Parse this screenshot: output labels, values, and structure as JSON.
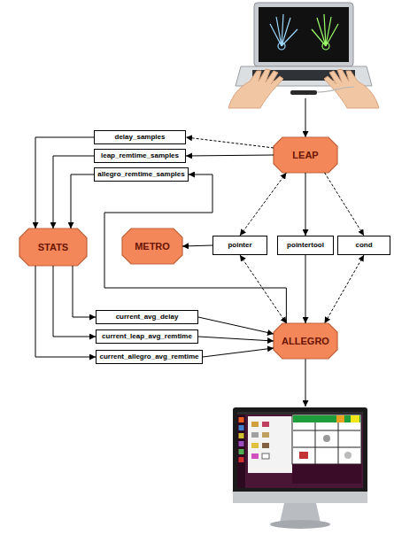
{
  "diagram": {
    "nodes": [
      {
        "text": [
          "LEAP"
        ]
      },
      {
        "text": [
          "delay_samples"
        ]
      },
      {
        "text": [
          "leap_remtime_samples"
        ]
      },
      {
        "text": [
          "allegro_remtime_samples"
        ]
      },
      {
        "text": [
          "STATS"
        ]
      },
      {
        "text": [
          "METRO"
        ]
      },
      {
        "text": [
          "pointer"
        ]
      },
      {
        "text": [
          "pointertool"
        ]
      },
      {
        "text": [
          "cond"
        ]
      },
      {
        "text": [
          "current_avg_delay"
        ]
      },
      {
        "text": [
          "current_leap_avg_remtime"
        ]
      },
      {
        "text": [
          "current_allegro_avg_remtime"
        ]
      },
      {
        "text": [
          "ALLEGRO"
        ]
      }
    ],
    "edges": [
      {
        "from": 0,
        "to": 1,
        "arrow": "to"
      },
      {
        "from": 0,
        "to": 2,
        "arrow": "to"
      },
      {
        "from": 12,
        "to": 3,
        "arrow": "to"
      },
      {
        "from": 1,
        "to": 4,
        "arrow": "to"
      },
      {
        "from": 2,
        "to": 4,
        "arrow": "to"
      },
      {
        "from": 3,
        "to": 4,
        "arrow": "to"
      },
      {
        "from": 4,
        "to": 9,
        "arrow": "to"
      },
      {
        "from": 4,
        "to": 10,
        "arrow": "to"
      },
      {
        "from": 4,
        "to": 11,
        "arrow": "to"
      },
      {
        "from": 9,
        "to": 12,
        "arrow": "to"
      },
      {
        "from": 10,
        "to": 12,
        "arrow": "to"
      },
      {
        "from": 11,
        "to": 12,
        "arrow": "to"
      },
      {
        "from": 0,
        "to": 6,
        "arrow": "both"
      },
      {
        "from": 0,
        "to": 7,
        "arrow": "to"
      },
      {
        "from": 0,
        "to": 8,
        "arrow": "to"
      },
      {
        "from": 6,
        "to": 5,
        "arrow": "to"
      },
      {
        "from": 6,
        "to": 12,
        "arrow": "both"
      },
      {
        "from": 7,
        "to": 12,
        "arrow": "to"
      },
      {
        "from": 8,
        "to": 12,
        "arrow": "both"
      }
    ]
  }
}
